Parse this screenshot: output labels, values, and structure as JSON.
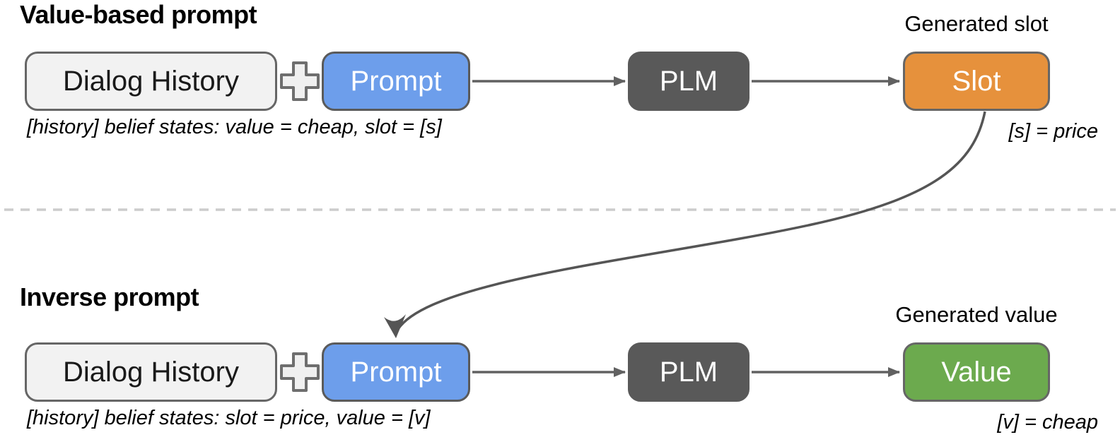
{
  "figure": {
    "colors": {
      "background": "#ffffff",
      "dialog_box_fill": "#f2f2f2",
      "prompt_box_fill": "#6d9eeb",
      "plm_box_fill": "#595959",
      "slot_box_fill": "#e6913c",
      "value_box_fill": "#6caa4e",
      "box_border": "#666666",
      "arrow": "#616161",
      "divider": "#cccccc",
      "text": "#000000",
      "box_text_light": "#ffffff"
    },
    "icons": {
      "plus": "plus-icon",
      "arrowhead": "arrowhead-icon"
    },
    "sections": [
      {
        "title": "Value-based prompt",
        "dialog_label": "Dialog History",
        "prompt_label": "Prompt",
        "plm_label": "PLM",
        "output_label": "Slot",
        "generated_label": "Generated slot",
        "prompt_caption": "[history] belief states: value = cheap, slot = [s]",
        "output_caption": "[s] = price"
      },
      {
        "title": "Inverse prompt",
        "dialog_label": "Dialog History",
        "prompt_label": "Prompt",
        "plm_label": "PLM",
        "output_label": "Value",
        "generated_label": "Generated value",
        "prompt_caption": "[history] belief states: slot = price, value = [v]",
        "output_caption": "[v] = cheap"
      }
    ]
  }
}
